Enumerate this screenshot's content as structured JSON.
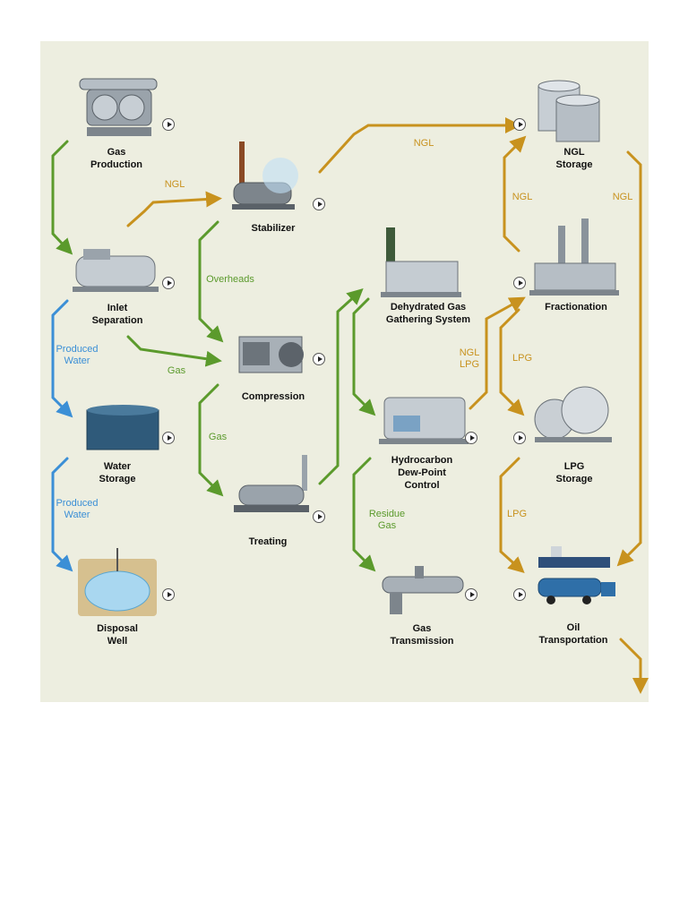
{
  "stations": {
    "gas_production": "Gas\nProduction",
    "inlet_separation": "Inlet\nSeparation",
    "water_storage": "Water\nStorage",
    "disposal_well": "Disposal\nWell",
    "stabilizer": "Stabilizer",
    "compression": "Compression",
    "treating": "Treating",
    "dehydrated_gas": "Dehydrated Gas\nGathering System",
    "hydrocarbon_control": "Hydrocarbon\nDew-Point\nControl",
    "gas_transmission": "Gas\nTransmission",
    "ngl_storage": "NGL\nStorage",
    "fractionation": "Fractionation",
    "lpg_storage": "LPG\nStorage",
    "oil_transportation": "Oil\nTransportation"
  },
  "flows": {
    "ngl_top": "NGL",
    "ngl_stabilizer": "NGL",
    "ngl_left": "NGL",
    "ngl_right": "NGL",
    "overheads": "Overheads",
    "gas_inlet": "Gas",
    "gas_compression": "Gas",
    "produced_water_1": "Produced\nWater",
    "produced_water_2": "Produced\nWater",
    "ngl_lpg": "NGL\nLPG",
    "lpg_1": "LPG",
    "lpg_2": "LPG",
    "residue_gas": "Residue\nGas"
  },
  "colors": {
    "green": "#5b9a2c",
    "orange": "#c8921e",
    "blue": "#3b8fd6",
    "panel": "#edeee0"
  }
}
